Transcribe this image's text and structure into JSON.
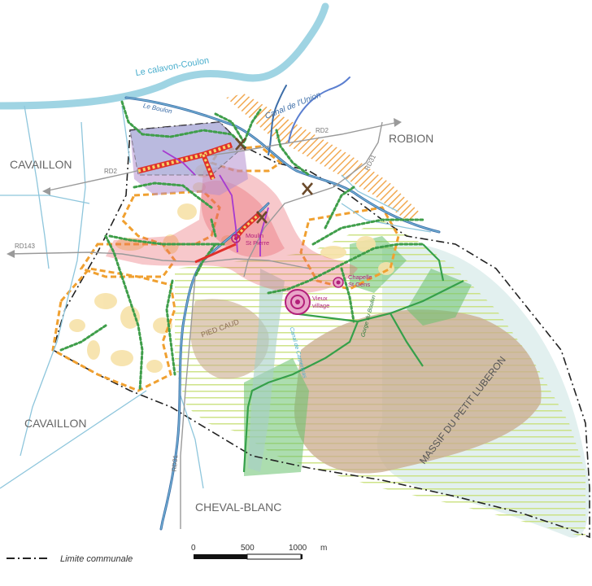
{
  "communes": {
    "cavaillon_north": "CAVAILLON",
    "cavaillon_south": "CAVAILLON",
    "robion": "ROBION",
    "cheval_blanc": "CHEVAL-BLANC"
  },
  "water": {
    "calavon": "Le calavon-Coulon",
    "boulon": "Le Boulon",
    "canal_union": "Canal de l'Union",
    "canal_carpentras": "Canal de Carpentras",
    "gorge": "Gorge du Boulon"
  },
  "roads": {
    "rd2_west": "RD2",
    "rd2_east": "RD2",
    "rd31_north": "RD31",
    "rd31_south": "RD31",
    "rd143": "RD143"
  },
  "places": {
    "moulin": [
      "Moulin",
      "St Pierre"
    ],
    "chapelle": [
      "Chapelle",
      "St Gens"
    ],
    "vieux_village": [
      "Vieux",
      "village"
    ],
    "pied_caud": "PIED CAUD",
    "massif": "MASSIF DU PETIT LUBERON"
  },
  "legend": {
    "limite_label": "Limite communale"
  },
  "scale": {
    "ticks": [
      "0",
      "500",
      "1000"
    ],
    "unit": "m"
  },
  "colors": {
    "river": "#9fd4e3",
    "stream": "#8ec6dc",
    "canal_dark": "#3d6ea8",
    "greenway": "#3f9e4a",
    "dashed_orange": "#f0a030",
    "urban_pink": "#e8606a",
    "forest_green": "#4caf50",
    "massif_brown": "#c9ab8d",
    "hatch_green": "#cde58a",
    "purple": "#b07bc9",
    "magenta": "#b3207a"
  }
}
